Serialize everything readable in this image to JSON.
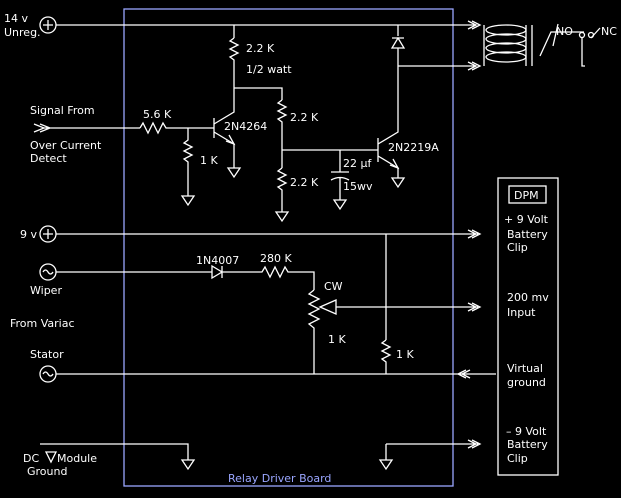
{
  "inputs": {
    "v14_a": "14 v",
    "v14_b": "Unreg.",
    "signal_a": "Signal From",
    "signal_b": "Over Current",
    "signal_c": "Detect",
    "v9": "9 v",
    "wiper": "Wiper",
    "from_variac": "From Variac",
    "stator": "Stator",
    "dc_a": "DC",
    "dc_b": "Module",
    "dc_c": "Ground"
  },
  "components": {
    "r_top": "2.2 K",
    "r_top_watt": "1/2 watt",
    "r_56": "5.6 K",
    "q1": "2N4264",
    "r_1k_a": "1 K",
    "r_22_mid": "2.2 K",
    "r_22_low": "2.2 K",
    "cap_a": "22 µf",
    "cap_b": "15wv",
    "q2": "2N2219A",
    "diode": "1N4007",
    "r_280": "280 K",
    "cw": "CW",
    "pot": "1 K",
    "r_1k_b": "1 K"
  },
  "relay": {
    "no": "NO",
    "nc": "NC"
  },
  "dpm": {
    "title": "DPM",
    "p9_a": "+ 9 Volt",
    "p9_b": "Battery",
    "p9_c": "Clip",
    "mv_a": "200 mv",
    "mv_b": "Input",
    "vg_a": "Virtual",
    "vg_b": "ground",
    "m9_a": "– 9 Volt",
    "m9_b": "Battery",
    "m9_c": "Clip"
  },
  "board_label": "Relay Driver Board"
}
